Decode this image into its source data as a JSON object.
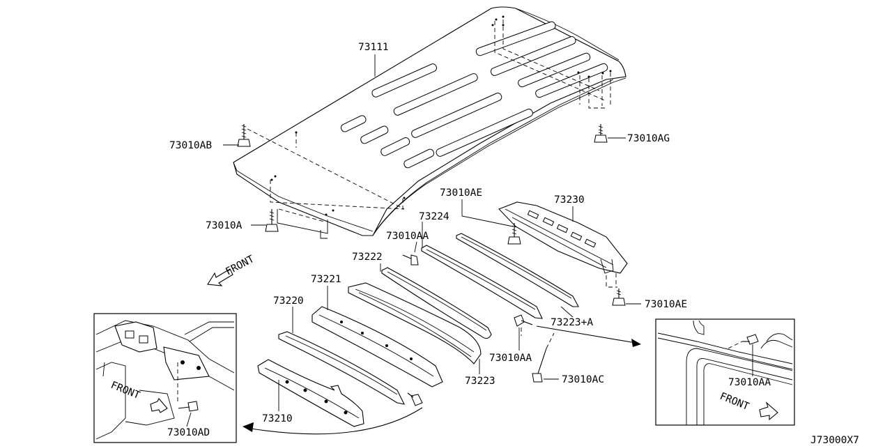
{
  "diagram": {
    "code": "J73000X7",
    "front_label": "FRONT",
    "parts": {
      "p73111": "73111",
      "p73010AB": "73010AB",
      "p73010AG": "73010AG",
      "p73010A": "73010A",
      "p73010AE_top": "73010AE",
      "p73230": "73230",
      "p73224": "73224",
      "p73010AA_a": "73010AA",
      "p73222": "73222",
      "p73221": "73221",
      "p73220": "73220",
      "p73010AE_right": "73010AE",
      "p73223A": "73223+A",
      "p73010AA_b": "73010AA",
      "p73223": "73223",
      "p73010AC": "73010AC",
      "p73210": "73210"
    },
    "inset_left": {
      "front_label": "FRONT",
      "part": "73010AD"
    },
    "inset_right": {
      "front_label": "FRONT",
      "part": "73010AA"
    }
  }
}
